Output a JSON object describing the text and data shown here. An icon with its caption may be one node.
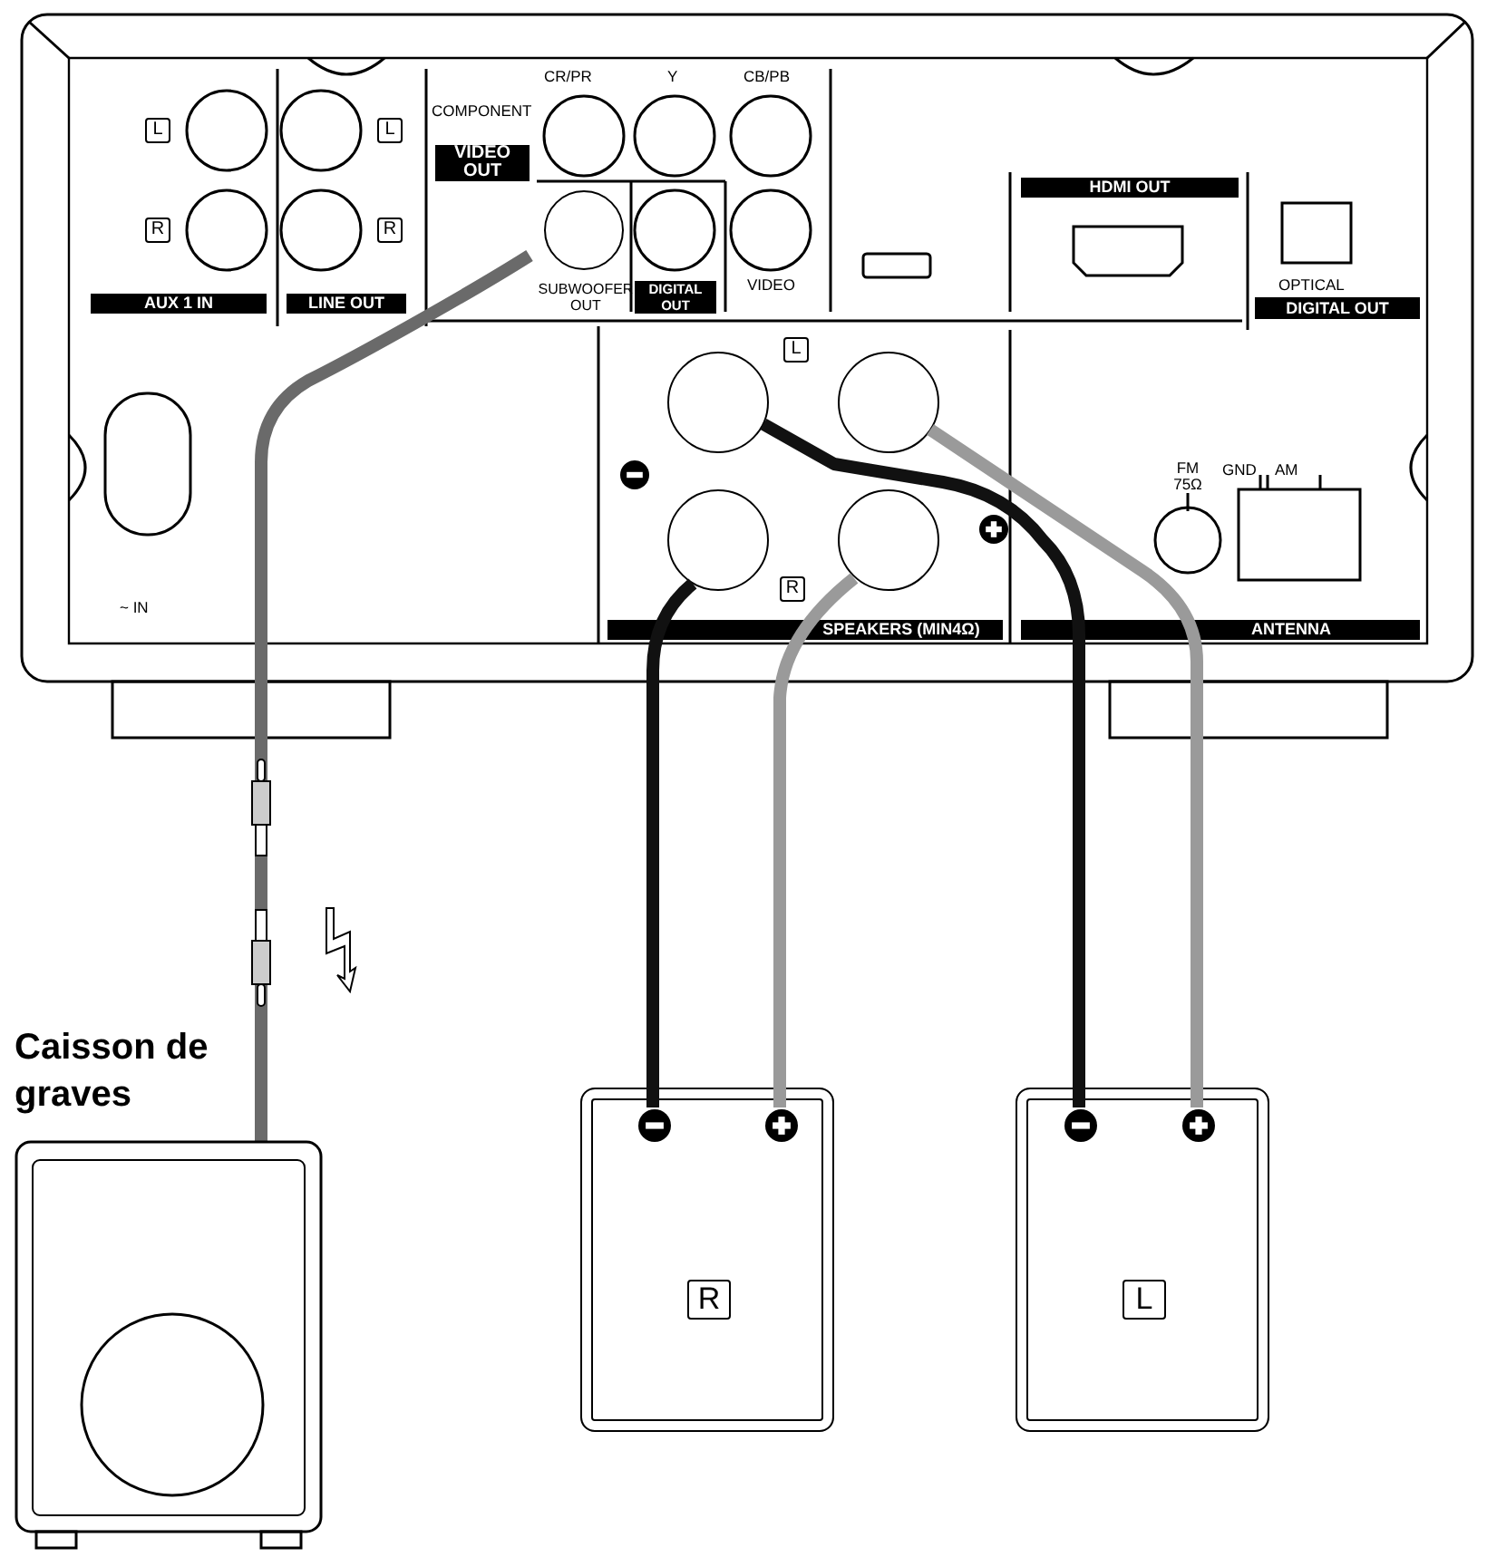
{
  "diagram": {
    "nodes": [
      {
        "text": [
          "SUBWOOFER OUT"
        ]
      },
      {
        "text": [
          "Caisson de graves"
        ]
      },
      {
        "text": [],
        "shape": "circle"
      },
      {
        "text": [],
        "shape": "circle"
      },
      {
        "text": [],
        "shape": "circle"
      },
      {
        "text": [],
        "shape": "circle"
      },
      {
        "text": [
          "R"
        ]
      },
      {
        "text": [],
        "shape": "circle",
        "in": 6
      },
      {
        "text": [],
        "shape": "circle",
        "in": 6
      },
      {
        "text": [
          "L"
        ]
      },
      {
        "text": [],
        "shape": "circle",
        "in": 9
      },
      {
        "text": [],
        "shape": "circle",
        "in": 9
      }
    ],
    "edges": [
      {
        "from": 0,
        "to": 1,
        "arrow": "none",
        "color": "#6a6a6a"
      },
      {
        "from": 2,
        "to": 10,
        "arrow": "none",
        "color": "#111111"
      },
      {
        "from": 3,
        "to": 11,
        "arrow": "none",
        "color": "#9a9a9a"
      },
      {
        "from": 4,
        "to": 7,
        "arrow": "none",
        "color": "#111111"
      },
      {
        "from": 5,
        "to": 8,
        "arrow": "none",
        "color": "#9a9a9a"
      }
    ],
    "labels": [
      "L",
      "R",
      "L",
      "R",
      "AUX 1 IN",
      "LINE OUT",
      "COMPONENT",
      "CR/PR",
      "Y",
      "CB/PB",
      "VIDEO OUT",
      "DIGITAL OUT",
      "VIDEO",
      "HDMI OUT",
      "OPTICAL",
      "DIGITAL OUT",
      "~ IN",
      "L",
      "R",
      "SPEAKERS (MIN4Ω)",
      "FM 75Ω",
      "GND",
      "AM",
      "ANTENNA"
    ]
  }
}
